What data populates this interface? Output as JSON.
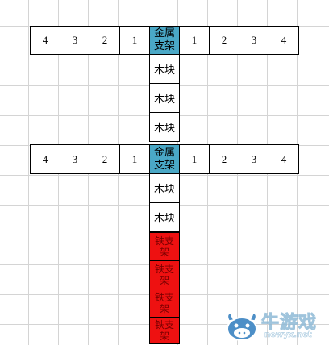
{
  "row1": {
    "left": [
      "4",
      "3",
      "2",
      "1"
    ],
    "center": [
      "金属",
      "支架"
    ],
    "right": [
      "1",
      "2",
      "3",
      "4"
    ]
  },
  "column_upper": [
    "木块",
    "木块",
    "木块"
  ],
  "row2": {
    "left": [
      "4",
      "3",
      "2",
      "1"
    ],
    "center": [
      "金属",
      "支架"
    ],
    "right": [
      "1",
      "2",
      "3",
      "4"
    ]
  },
  "column_lower": [
    "木块",
    "木块"
  ],
  "iron_stands": [
    [
      "铁支",
      "架"
    ],
    [
      "铁支",
      "架"
    ],
    [
      "铁支",
      "架"
    ],
    [
      "铁支",
      "架"
    ]
  ],
  "colors": {
    "metal": "#4aa8c6",
    "iron": "#ee1111",
    "grid": "#d4d4d4"
  },
  "watermark": {
    "title": "牛游戏",
    "url": "newyx.net",
    "icon": "cow-mascot-icon"
  }
}
